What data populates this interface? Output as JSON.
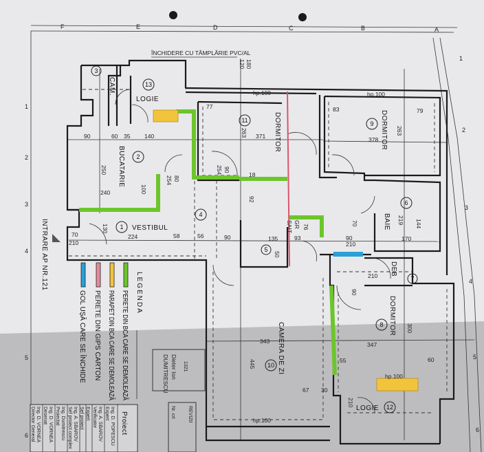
{
  "annotation_top": "ÎNCHIDERE CU TÂMPLĂRIE PVC/AL",
  "entrance": "INTRARE AP NR.121",
  "grid": {
    "columns": [
      "F",
      "E",
      "D",
      "C",
      "B",
      "A"
    ],
    "rows_left": [
      "1",
      "2",
      "3",
      "4",
      "5",
      "6"
    ],
    "rows_right": [
      "1",
      "2",
      "3",
      "4",
      "5",
      "6"
    ]
  },
  "rooms": [
    {
      "number": "1",
      "name": "VESTIBUL"
    },
    {
      "number": "2",
      "name": "BUCATARIE"
    },
    {
      "number": "3",
      "name": "CAM."
    },
    {
      "number": "4",
      "name": ""
    },
    {
      "number": "5",
      "name": ""
    },
    {
      "number": "6",
      "name": "BAIE"
    },
    {
      "number": "7",
      "name": "DEB"
    },
    {
      "number": "8",
      "name": "DORMITOR"
    },
    {
      "number": "9",
      "name": "DORMITOR"
    },
    {
      "number": "10",
      "name": "CAMERA DE ZI"
    },
    {
      "number": "11",
      "name": "DORMITOR"
    },
    {
      "number": "12",
      "name": "LOGIE"
    },
    {
      "number": "13",
      "name": "LOGIE"
    }
  ],
  "gr_sait": [
    "GR",
    "SAIT"
  ],
  "dimensions": [
    "90",
    "250",
    "240",
    "140",
    "35",
    "60",
    "254",
    "80",
    "100",
    "77",
    "371",
    "263",
    "254",
    "90",
    "92",
    "224",
    "58",
    "56",
    "90",
    "135",
    "93",
    "378",
    "263",
    "83",
    "79",
    "219",
    "170",
    "144",
    "210",
    "90",
    "347",
    "300",
    "343",
    "445",
    "67",
    "30",
    "55",
    "60",
    "hp.100",
    "hp.100",
    "hp.100",
    "hp.100",
    "120",
    "180",
    "210",
    "70",
    "18",
    "130",
    "210",
    "90",
    "70",
    "210",
    "76",
    "50"
  ],
  "legend": {
    "title": "LEGENDA",
    "items": [
      {
        "label": "PERETE DIN BCA CARE SE DEMOLEAZĂ",
        "color": "#6cc62b"
      },
      {
        "label": "PARAPET DIN BCA CARE SE DEMOLEAZĂ",
        "color": "#f2c43c"
      },
      {
        "label": "PERETE DIN GIPS CARTON",
        "color": "#e88a9a"
      },
      {
        "label": "GOL UȘĂ CARE SE ÎNCHIDE",
        "color": "#2a9fd8"
      }
    ]
  },
  "stamp": {
    "line1": "Dieter Ion",
    "line2": "DUMITRESCU",
    "number": "1321"
  },
  "title_block": {
    "project": "Proiect",
    "revisions": "REVIZII",
    "rows": [
      "Expert",
      "Verificator",
      "Expert",
      "Sef proiect",
      "Sef proiect complex",
      "Proiectat",
      "Desenat",
      "Director General"
    ],
    "names": [
      "Ing. D. POPESCU",
      "Ing. A. SBAROV",
      "Ing. A. SBAROV",
      "Ing. Dumitrescu",
      "Ing. D. VORNEA",
      "Ing. D. VORNEA"
    ],
    "nr": "Nr. crt"
  },
  "colors": {
    "paper_top": "#e9e9eb",
    "paper_bottom": "#bdbdc0",
    "green": "#6cc62b",
    "yellow": "#f2c43c",
    "pink": "#e88a9a",
    "blue": "#2a9fd8"
  }
}
